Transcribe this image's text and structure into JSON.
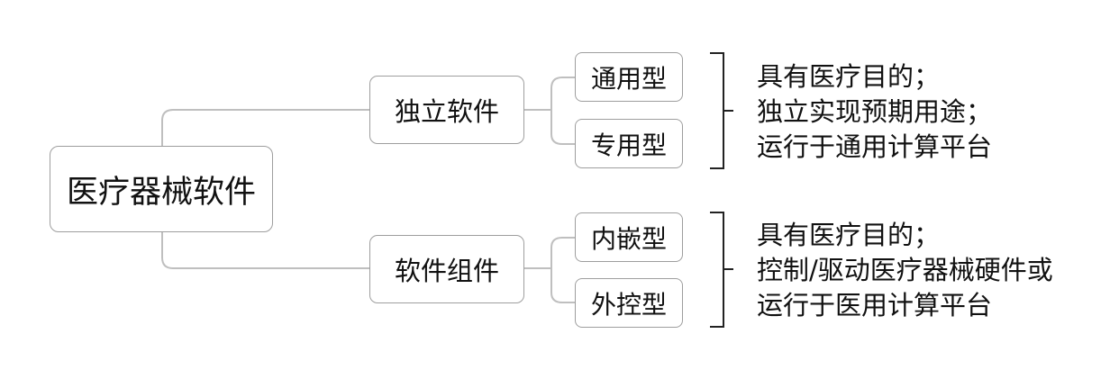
{
  "diagram": {
    "root": {
      "label": "医疗器械软件"
    },
    "branches": [
      {
        "label": "独立软件",
        "types": [
          "通用型",
          "专用型"
        ],
        "description": [
          "具有医疗目的；",
          "独立实现预期用途；",
          "运行于通用计算平台"
        ]
      },
      {
        "label": "软件组件",
        "types": [
          "内嵌型",
          "外控型"
        ],
        "description": [
          "具有医疗目的；",
          "控制/驱动医疗器械硬件或",
          "运行于医用计算平台"
        ]
      }
    ],
    "colors": {
      "connector": "#bfbfbf",
      "node_border": "#9e9e9e",
      "bracket": "#222222",
      "text": "#111111",
      "background": "#ffffff"
    }
  }
}
